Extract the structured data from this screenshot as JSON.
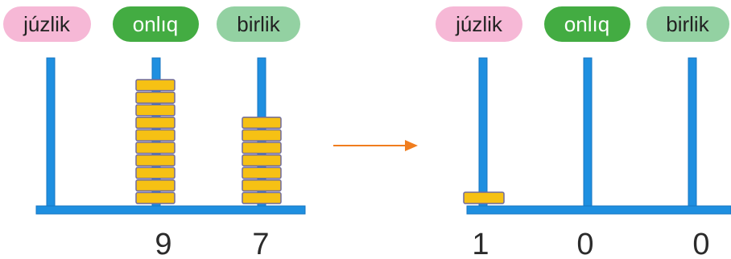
{
  "colors": {
    "rod": "#1e8fe0",
    "rod_edge": "#1776c2",
    "bead": "#f6c114",
    "bead_edge": "#6e6a9e",
    "dark_bead": "#1d1d1d",
    "arrow": "#f07d1e",
    "pill_pink": "#f6b8d6",
    "pill_green_dark": "#43ac42",
    "pill_green_light": "#93d1a2",
    "text_dark": "#222222",
    "text_light": "#ffffff"
  },
  "left_abacus": {
    "labels": {
      "hundreds": "júzlik",
      "tens": "onlıq",
      "ones": "birlik"
    },
    "digits": {
      "hundreds": "",
      "tens": "9",
      "ones": "7"
    },
    "tens_beads": {
      "count": 10,
      "dark_index": 5
    },
    "ones_beads": {
      "count": 7,
      "dark_index": 3
    }
  },
  "right_abacus": {
    "labels": {
      "hundreds": "júzlik",
      "tens": "onlıq",
      "ones": "birlik"
    },
    "digits": {
      "hundreds": "1",
      "tens": "0",
      "ones": "0"
    },
    "hundreds_beads": {
      "count": 1
    }
  }
}
